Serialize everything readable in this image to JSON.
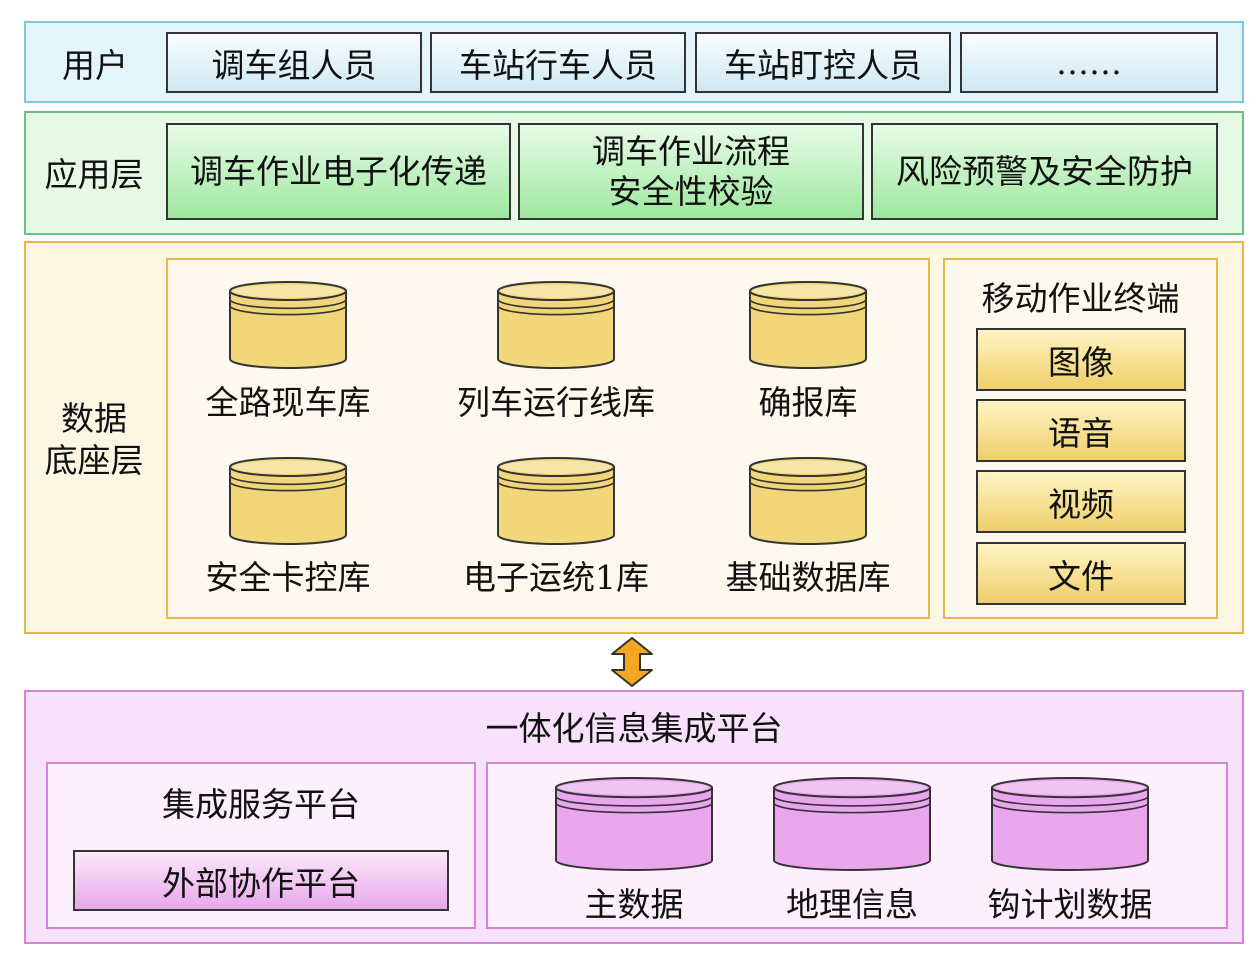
{
  "user_layer": {
    "title": "用户",
    "items": [
      "调车组人员",
      "车站行车人员",
      "车站盯控人员",
      "……"
    ]
  },
  "app_layer": {
    "title": "应用层",
    "items": [
      {
        "line1": "调车作业电子化传递",
        "line2": ""
      },
      {
        "line1": "调车作业流程",
        "line2": "安全性校验"
      },
      {
        "line1": "风险预警及安全防护",
        "line2": ""
      }
    ]
  },
  "data_layer": {
    "title_line1": "数据",
    "title_line2": "底座层",
    "databases": [
      "全路现车库",
      "列车运行线库",
      "确报库",
      "安全卡控库",
      "电子运统1库",
      "基础数据库"
    ],
    "mobile": {
      "title": "移动作业终端",
      "items": [
        "图像",
        "语音",
        "视频",
        "文件"
      ]
    }
  },
  "platform_layer": {
    "title": "一体化信息集成平台",
    "service": {
      "title": "集成服务平台",
      "collab": "外部协作平台"
    },
    "databases": [
      "主数据",
      "地理信息",
      "钩计划数据"
    ]
  },
  "colors": {
    "user_fill": "#e3f5fa",
    "user_border": "#7ec8dc",
    "app_fill": "#e5f9e5",
    "app_border": "#6fbf84",
    "data_fill": "#fdf6e3",
    "data_border": "#e6b84a",
    "platform_fill": "#f8e1fa",
    "platform_border": "#d982dc",
    "arrow": "#f5a623"
  }
}
